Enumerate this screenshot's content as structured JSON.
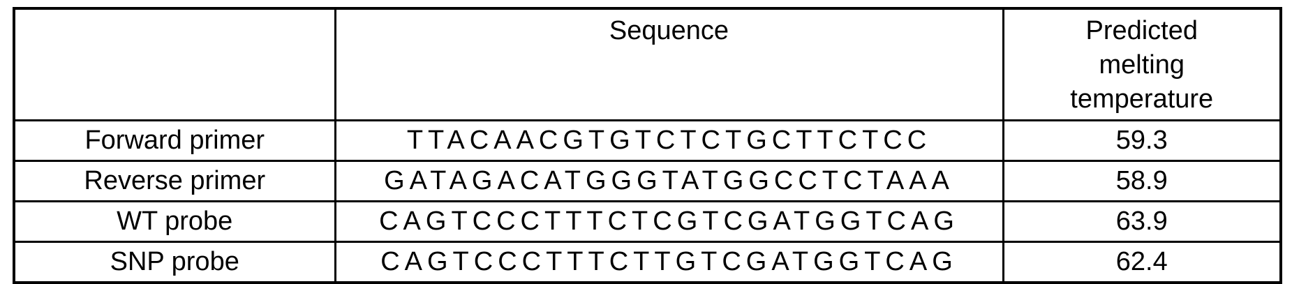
{
  "table": {
    "columns": {
      "label": "",
      "sequence": "Sequence",
      "melting": "Predicted melting temperature"
    },
    "rows": [
      {
        "label": "Forward primer",
        "sequence": "TTACAACGTGTCTCTGCTTCTCC",
        "tm": "59.3"
      },
      {
        "label": "Reverse primer",
        "sequence": "GATAGACATGGGTATGGCCTCTAAA",
        "tm": "58.9"
      },
      {
        "label": "WT probe",
        "sequence": "CAGTCCCTTTCTCGTCGATGGTCAG",
        "tm": "63.9"
      },
      {
        "label": "SNP probe",
        "sequence": "CAGTCCCTTTCTTGTCGATGGTCAG",
        "tm": "62.4"
      }
    ],
    "colors": {
      "border": "#000000",
      "background": "#ffffff",
      "text": "#000000"
    }
  }
}
